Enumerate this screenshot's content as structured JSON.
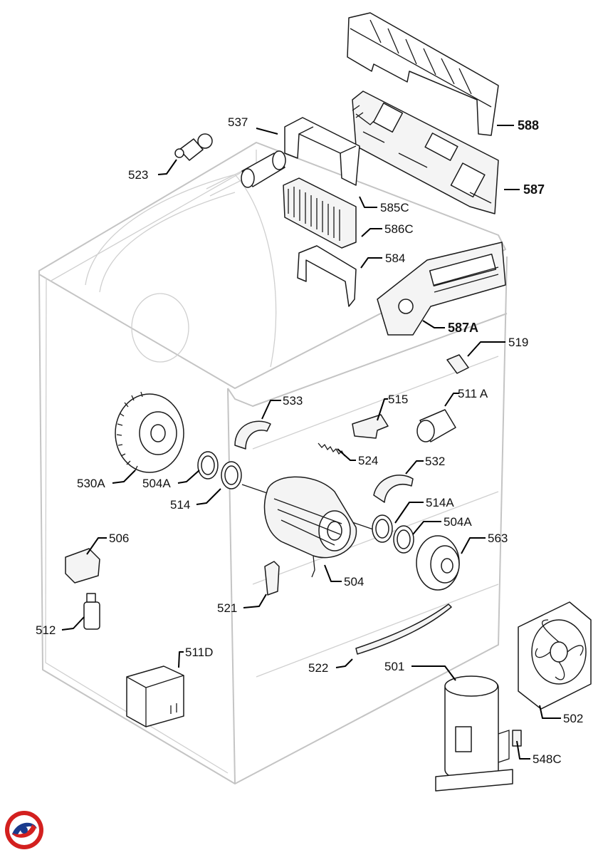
{
  "labels": {
    "p588": "588",
    "p587": "587",
    "p537": "537",
    "p523": "523",
    "p585c": "585C",
    "p586c": "586C",
    "p584": "584",
    "p587a": "587A",
    "p519": "519",
    "p533": "533",
    "p515": "515",
    "p511a": "511 A",
    "p524": "524",
    "p532": "532",
    "p530a": "530A",
    "p504a_left": "504A",
    "p514": "514",
    "p514a": "514A",
    "p504a_right": "504A",
    "p563": "563",
    "p506": "506",
    "p504": "504",
    "p521": "521",
    "p512": "512",
    "p511d": "511D",
    "p522": "522",
    "p501": "501",
    "p502": "502",
    "p548c": "548C"
  },
  "colors": {
    "logo_red": "#d3201f",
    "logo_blue": "#1a3a8c",
    "line": "#1a1a1a",
    "cabinet": "#c4c4c4"
  }
}
